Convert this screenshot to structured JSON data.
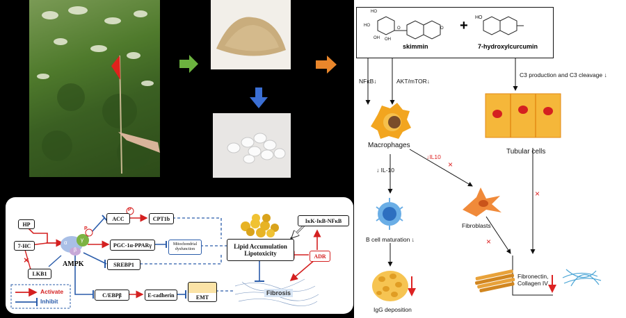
{
  "chemistry": {
    "compound1": "skimmin",
    "compound1_atoms": {
      "ho1": "HO",
      "ho2": "HO",
      "oh1": "OH",
      "oh2": "OH",
      "o1": "O",
      "o2": "O"
    },
    "plus": "+",
    "compound2": "7-hydroxylcurcumin",
    "compound2_ho": "HO"
  },
  "pathway": {
    "nfkb": "NFκB↓",
    "akt": "AKT/mTOR↓",
    "c3": "C3 production and C3 cleavage ↓",
    "macrophages": "Macrophages",
    "il10_left": "↓ IL-10",
    "il10_right": "↓IL10",
    "tubular": "Tubular cells",
    "fibroblasts": "Fibroblasts",
    "bcell": "B cell maturation ↓",
    "fibronectin_line1": "Fibronectin,",
    "fibronectin_line2": "Collagen IV",
    "igg": "IgG deposition",
    "cross": "×"
  },
  "scheme": {
    "hp": "HP",
    "hc": "7-HC",
    "lkb1": "LKB1",
    "ampk": "AMPK",
    "acc": "ACC",
    "cpt1b": "CPT1b",
    "pgc": "PGC-1α-PPARγ",
    "mito1": "Mitochondrial",
    "mito2": "dysfunction",
    "srebp1": "SREBP1",
    "cebpb": "C/EBPβ",
    "ecad": "E-cadherin",
    "emt": "EMT",
    "lipid1": "Lipid Accumulation",
    "lipid2": "Lipotoxicity",
    "ikk": "IκK-IκB-NFκB",
    "adr": "ADR",
    "fibrosis": "Fibrosis",
    "activate": "Activate",
    "inhibit": "Inhibit",
    "p": "P",
    "alpha": "α",
    "gamma": "γ",
    "beta": "β"
  },
  "colors": {
    "activate": "#d42020",
    "inhibit": "#2a5caa",
    "arrow_green": "#6cb33f",
    "arrow_blue": "#3b6fd4",
    "arrow_orange": "#e9862b"
  }
}
